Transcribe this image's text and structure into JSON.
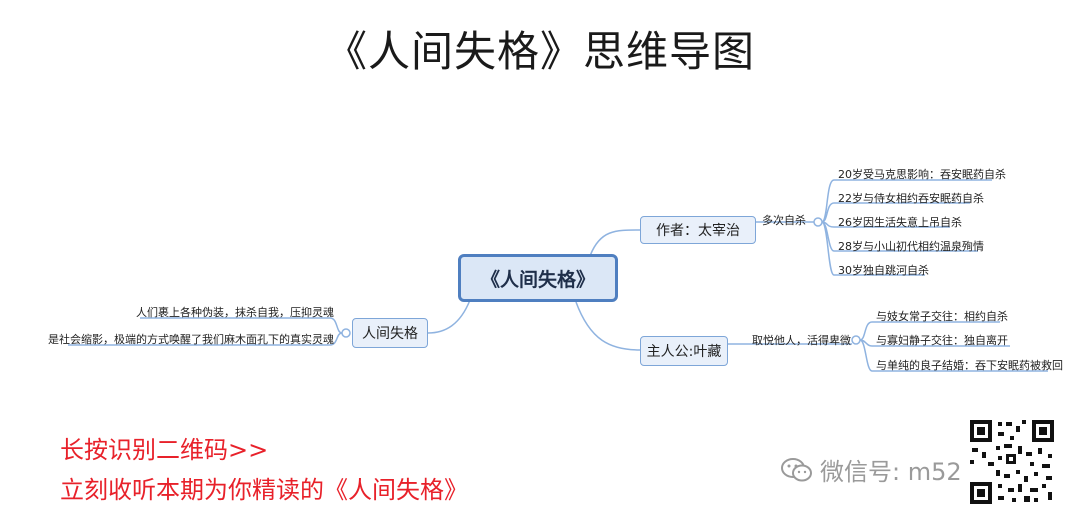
{
  "title": "《人间失格》思维导图",
  "mindmap": {
    "center": "《人间失格》",
    "author": {
      "label": "作者：太宰治",
      "sub": "多次自杀",
      "items": [
        "20岁受马克思影响：吞安眠药自杀",
        "22岁与侍女相约吞安眠药自杀",
        "26岁因生活失意上吊自杀",
        "28岁与小山初代相约温泉殉情",
        "30岁独自跳河自杀"
      ]
    },
    "book": {
      "label": "人间失格",
      "items": [
        "人们裹上各种伪装，抹杀自我，压抑灵魂",
        "是社会缩影，极端的方式唤醒了我们麻木面孔下的真实灵魂"
      ]
    },
    "hero": {
      "label": "主人公:叶藏",
      "sub": "取悦他人，活得卑微",
      "items": [
        "与妓女常子交往：相约自杀",
        "与寡妇静子交往：独自离开",
        "与单纯的良子结婚：吞下安眠药被救回"
      ]
    }
  },
  "promo": {
    "line1": "长按识别二维码>>",
    "line2": "立刻收听本期为你精读的《人间失格》"
  },
  "wechat": {
    "label": "微信号: m52",
    "icon": "wechat-icon"
  },
  "colors": {
    "center_border": "#4f7fc0",
    "center_fill": "#dbe7f6",
    "topic_border": "#7ea6d8",
    "branch_line": "#8fb3e0",
    "promo_red": "#e8212a"
  }
}
